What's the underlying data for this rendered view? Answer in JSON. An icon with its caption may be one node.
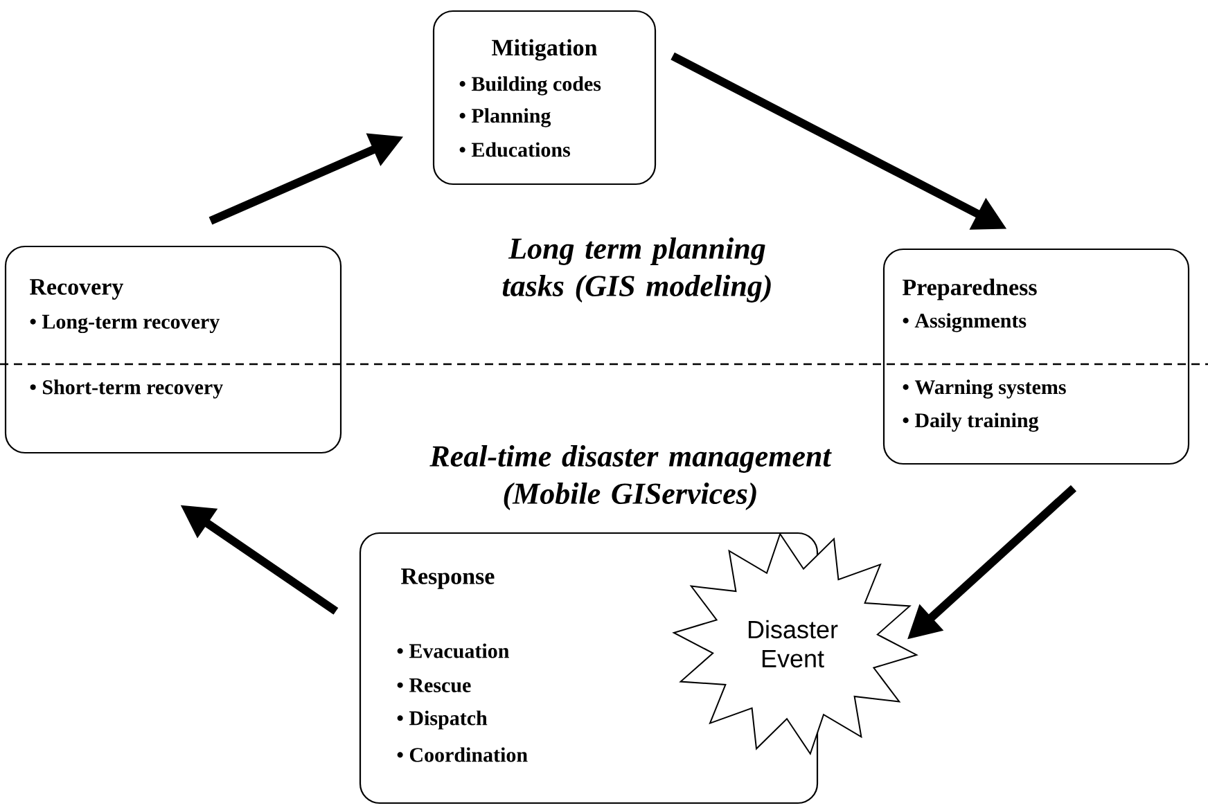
{
  "diagram": {
    "nodes": [
      {
        "text": [
          "Mitigation",
          "• Building codes",
          "• Planning",
          "• Educations"
        ]
      },
      {
        "text": [
          "Preparedness",
          "• Assignments",
          "• Warning systems",
          "• Daily training"
        ]
      },
      {
        "text": [
          "Response",
          "• Evacuation",
          "• Rescue",
          "• Dispatch",
          "• Coordination"
        ]
      },
      {
        "text": [
          "Disaster Event"
        ]
      },
      {
        "text": [
          "Recovery",
          "• Long-term recovery",
          "• Short-term recovery"
        ]
      }
    ],
    "edges": [
      {
        "from": 4,
        "to": 0,
        "arrow": "to"
      },
      {
        "from": 0,
        "to": 1,
        "arrow": "to"
      },
      {
        "from": 1,
        "to": 3,
        "arrow": "to"
      },
      {
        "from": 2,
        "to": 4,
        "arrow": "to"
      }
    ],
    "labels": [
      "Long term planning tasks (GIS modeling)",
      "Real-time disaster management (Mobile GIServices)"
    ]
  }
}
